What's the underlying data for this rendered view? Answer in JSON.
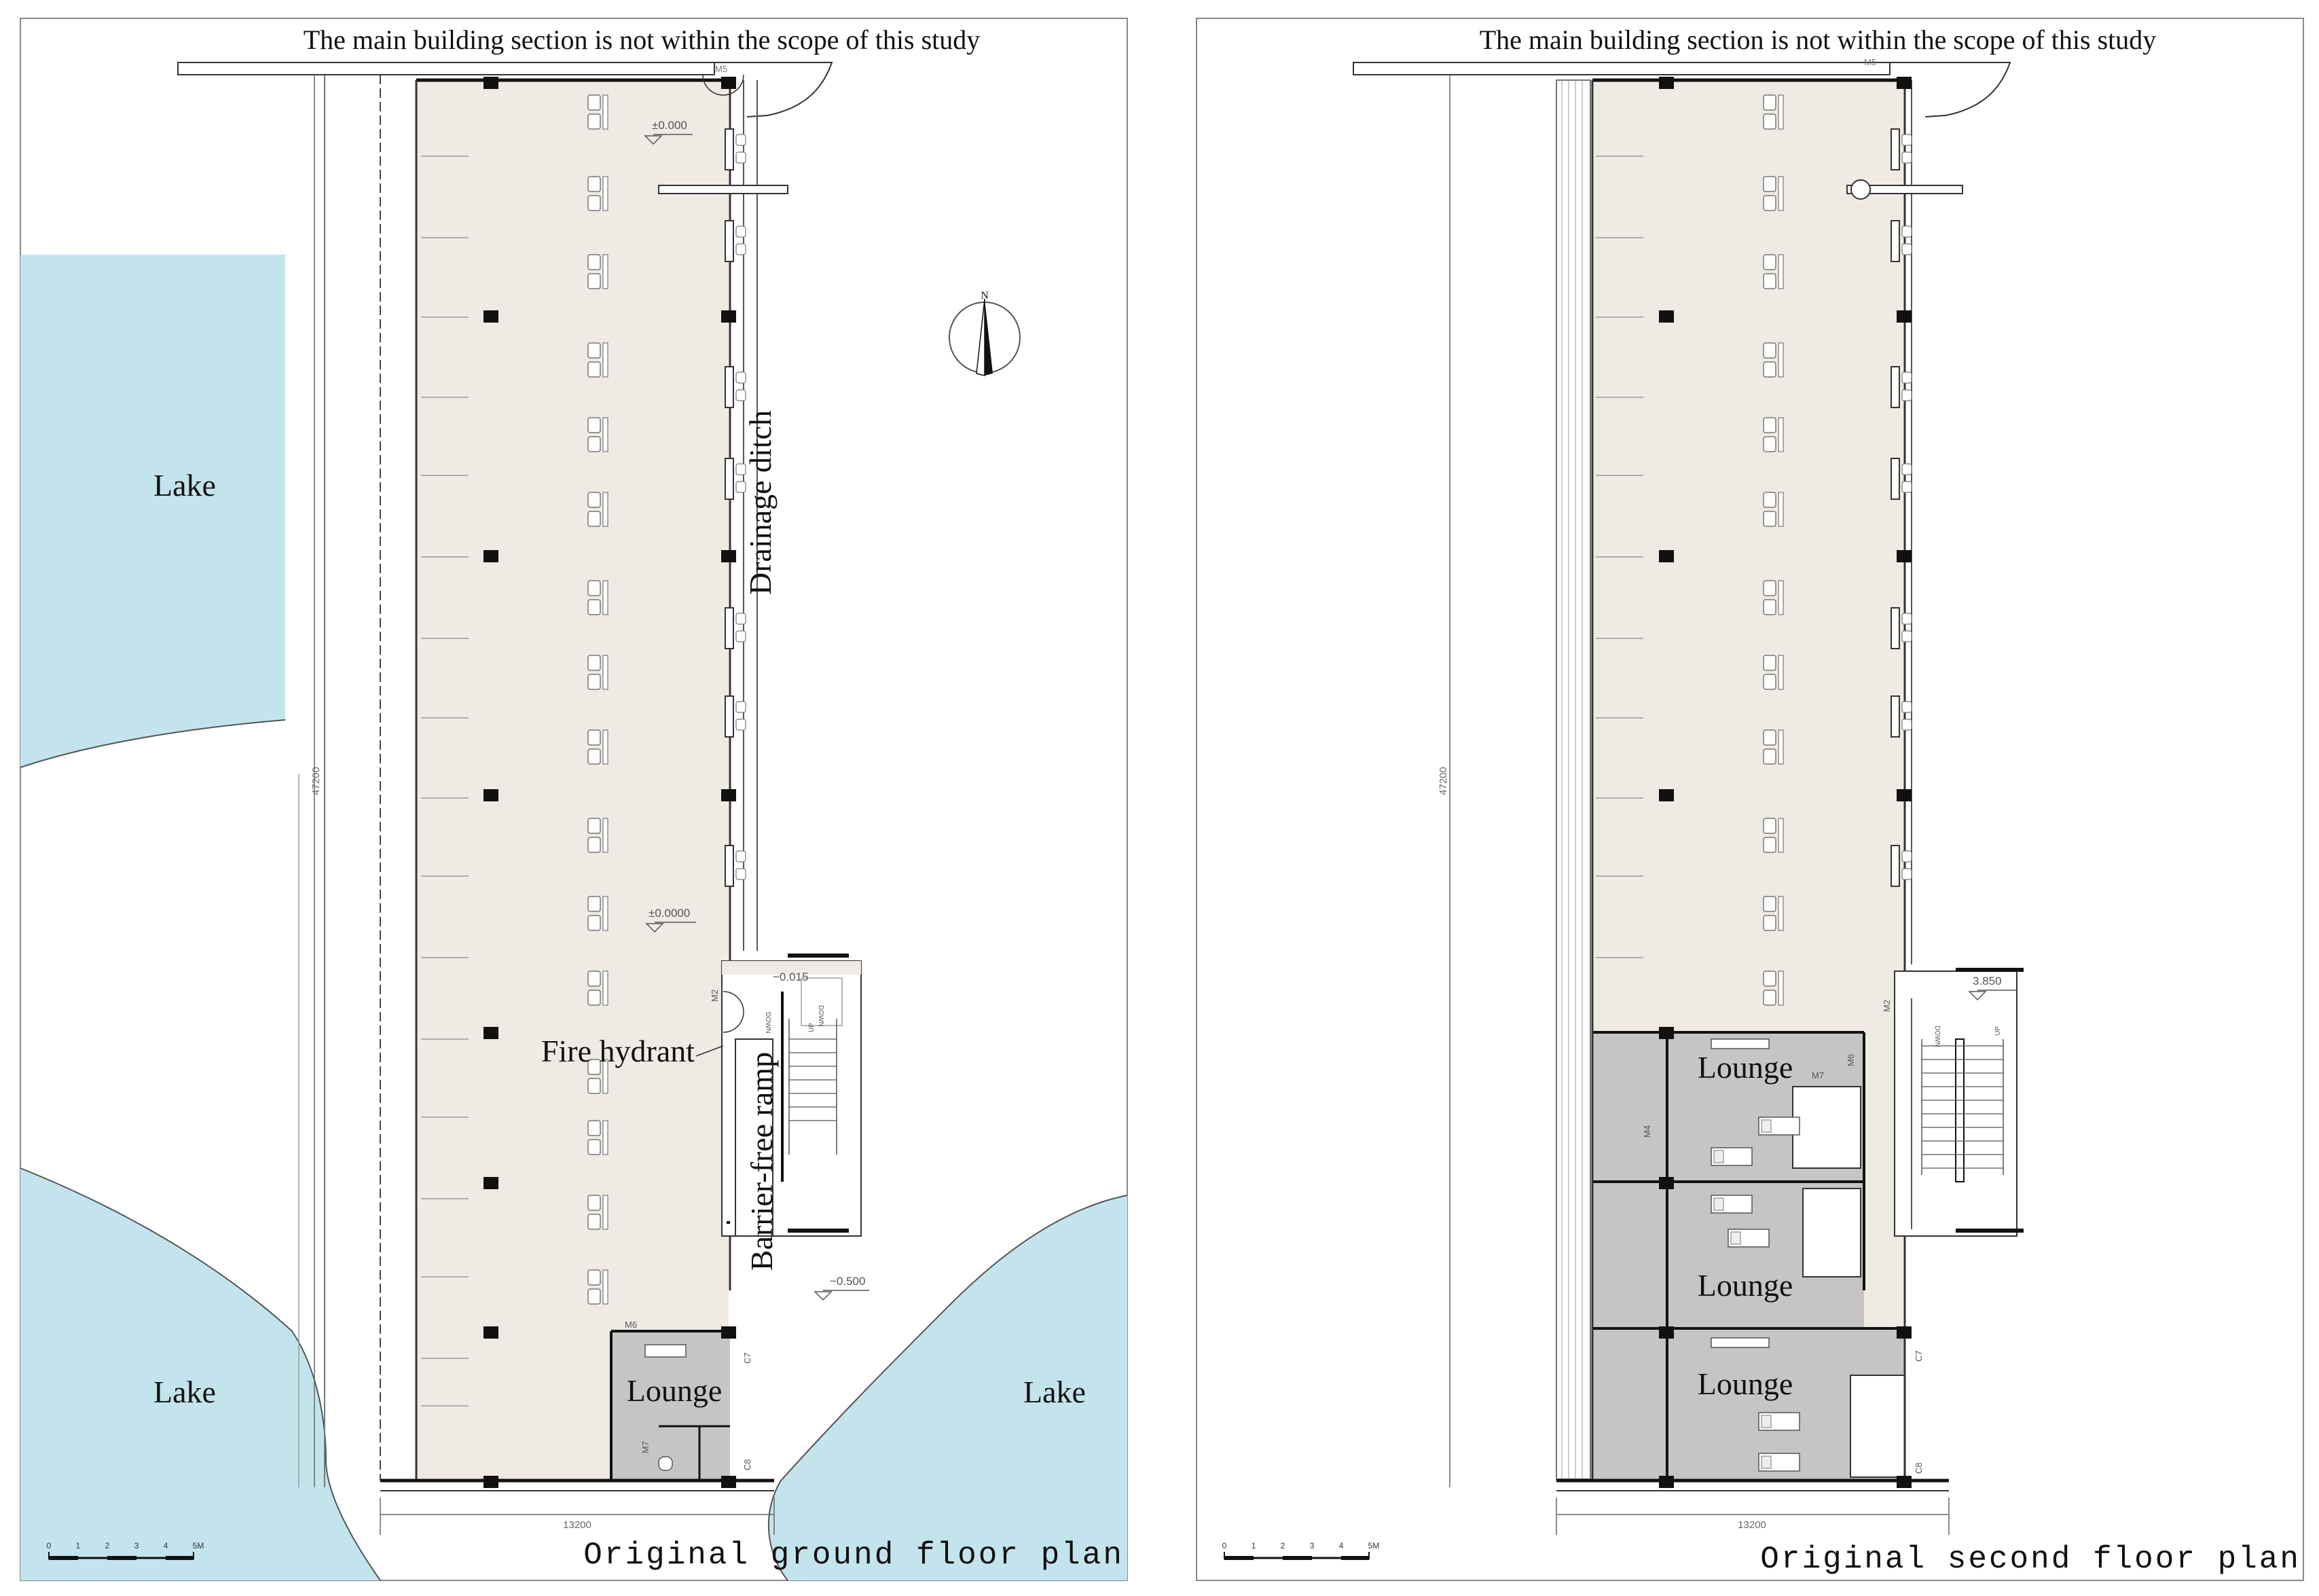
{
  "colors": {
    "lake": "#c3e4ec",
    "floor": "#efeae4",
    "lounge": "#c5c5c5",
    "wall": "#111111",
    "line": "#555555"
  },
  "ground": {
    "title": "Original ground floor plan",
    "top_note": "The main building section is not within the scope of this study",
    "lake_labels": [
      "Lake",
      "Lake",
      "Lake"
    ],
    "drainage": "Drainage ditch",
    "fire_hydrant": "Fire hydrant",
    "ramp": "Barrier-free ramp",
    "lounge": "Lounge",
    "north": "N",
    "elev_top": "±0.000",
    "elev_mid": "±0.0000",
    "elev_stair": "−0.015",
    "elev_out": "−0.500",
    "dim_vertical": "47200",
    "dim_horizontal": "13200",
    "door_tags": {
      "m5": "M5",
      "m2": "M2",
      "m6": "M6",
      "m7": "M7",
      "c7": "C7",
      "c8": "C8"
    },
    "stair_down": "DOWN",
    "stair_up": "UP",
    "scale_labels": [
      "0",
      "1",
      "2",
      "3",
      "4",
      "5M"
    ]
  },
  "second": {
    "title": "Original second floor plan",
    "top_note": "The main building section is not within the scope of this study",
    "lounges": [
      "Lounge",
      "Lounge",
      "Lounge"
    ],
    "elev_stair": "3.850",
    "dim_vertical": "47200",
    "dim_horizontal": "13200",
    "door_tags": {
      "m5": "M5",
      "m2": "M2",
      "m6": "M6",
      "m7": "M7",
      "m4": "M4",
      "c7": "C7",
      "c8": "C8"
    },
    "stair_down": "DOWN",
    "stair_up": "UP",
    "scale_labels": [
      "0",
      "1",
      "2",
      "3",
      "4",
      "5M"
    ]
  }
}
